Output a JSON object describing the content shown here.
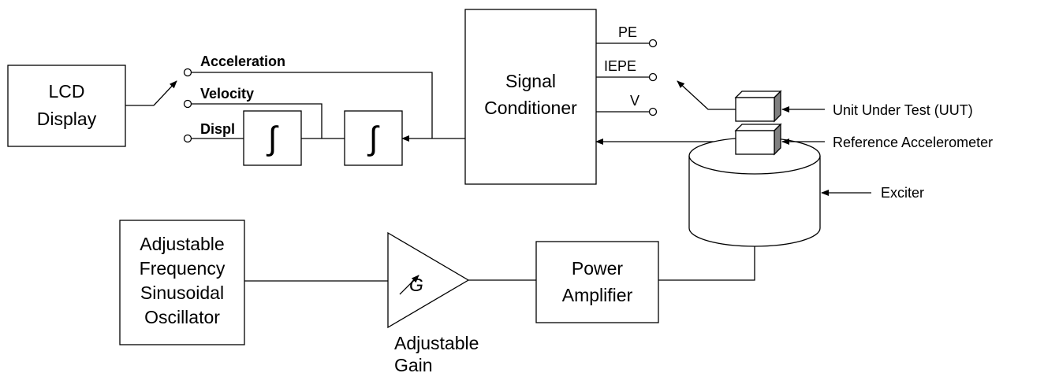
{
  "blocks": {
    "lcd": [
      "LCD",
      "Display"
    ],
    "signal_conditioner": [
      "Signal",
      "Conditioner"
    ],
    "oscillator": [
      "Adjustable",
      "Frequency",
      "Sinusoidal",
      "Oscillator"
    ],
    "power_amp": [
      "Power",
      "Amplifier"
    ]
  },
  "switch_positions": {
    "acceleration": "Acceleration",
    "velocity": "Velocity",
    "displacement": "Displ"
  },
  "outputs": {
    "pe": "PE",
    "iepe": "IEPE",
    "v": "V"
  },
  "integrator_symbol": "∫",
  "amplifier": {
    "symbol": "G",
    "label": [
      "Adjustable",
      "Gain"
    ]
  },
  "callouts": {
    "uut": "Unit Under Test (UUT)",
    "reference": "Reference Accelerometer",
    "exciter": "Exciter"
  },
  "colors": {
    "line": "#000000",
    "background": "#ffffff",
    "sensor_side": "#808080"
  }
}
